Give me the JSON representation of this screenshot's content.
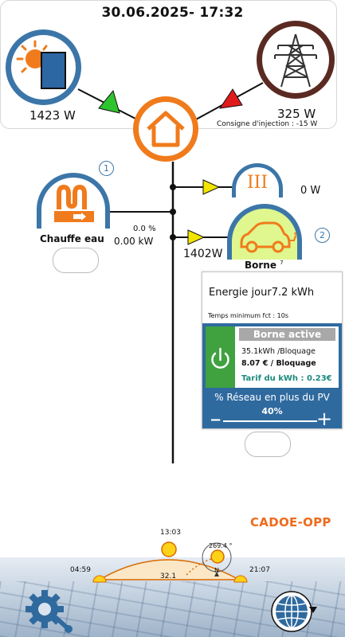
{
  "header": {
    "datetime": "30.06.2025- 17:32"
  },
  "pv": {
    "power": "1423 W"
  },
  "grid": {
    "power": "325 W",
    "consigne": "Consigne d'injection : -15 W"
  },
  "chauffe_eau": {
    "badge": "1",
    "label": "Chauffe eau",
    "percent": "0.0 %",
    "power": "0.00 kW"
  },
  "triphase": {
    "symbol": "III",
    "power": "0 W"
  },
  "borne": {
    "badge": "2",
    "label": "Borne",
    "sup": "7",
    "power": "1402W"
  },
  "panel": {
    "energy_label": "Energie jour",
    "energy_value": "7.2 kWh",
    "temps_min": "Temps minimum fct : 10s",
    "status": "Borne active",
    "kwh": "35.1kWh /Bloquage",
    "eur": "8.07 € / Bloquage",
    "tarif": "Tarif du kWh : 0.23€",
    "reseau_label": "% Réseau en plus du PV",
    "reseau_value": "40%",
    "reseau_fraction": 0.4,
    "minus": "−",
    "plus": "+"
  },
  "brand": "CADOE-OPP",
  "sun": {
    "noon": "13:03",
    "sunrise": "04:59",
    "sunset": "21:07",
    "elevation": "32.1",
    "azimuth": "269.4 °",
    "north": "N"
  },
  "colors": {
    "blue": "#3c76a8",
    "orange": "#f07b1c",
    "green_arrow": "#2ec42e",
    "red_arrow": "#e01b1b",
    "yellow_arrow": "#f2e600",
    "brand": "#ee6b1c"
  },
  "icons": [
    "solar-panel-icon",
    "pylon-icon",
    "house-icon",
    "heater-icon",
    "car-charging-icon",
    "power-icon",
    "settings-wrench-icon",
    "globe-icon",
    "sun-icon"
  ]
}
